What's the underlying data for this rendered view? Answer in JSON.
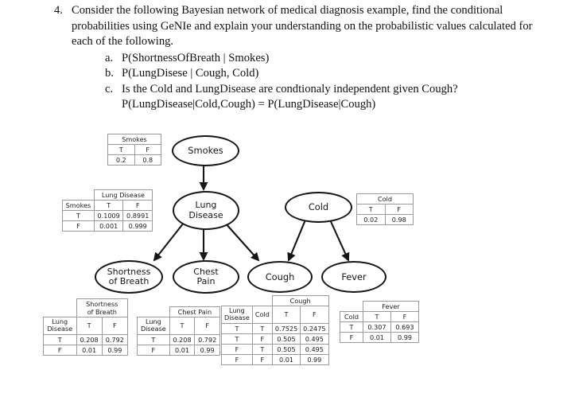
{
  "question": {
    "number": "4.",
    "stem": "Consider the following Bayesian network of medical diagnosis example, find the conditional probabilities using GeNIe and explain your understanding on the probabilistic values calculated for each of the following.",
    "items": [
      {
        "label": "a.",
        "text": "P(ShortnessOfBreath | Smokes)"
      },
      {
        "label": "b.",
        "text": "P(LungDisese | Cough, Cold)"
      },
      {
        "label": "c.",
        "text": "Is the Cold and LungDisease are condtionaly independent given Cough?",
        "continuation": "P(LungDisease|Cold,Cough) = P(LungDisease|Cough)"
      }
    ]
  },
  "network": {
    "nodes": [
      {
        "id": "smokes",
        "label": "Smokes"
      },
      {
        "id": "lung_disease",
        "label_line1": "Lung",
        "label_line2": "Disease"
      },
      {
        "id": "cold",
        "label": "Cold"
      },
      {
        "id": "shortness_of_breath",
        "label_line1": "Shortness",
        "label_line2": "of Breath"
      },
      {
        "id": "chest_pain",
        "label_line1": "Chest",
        "label_line2": "Pain"
      },
      {
        "id": "cough",
        "label": "Cough"
      },
      {
        "id": "fever",
        "label": "Fever"
      }
    ],
    "edges": [
      {
        "from": "smokes",
        "to": "lung_disease"
      },
      {
        "from": "lung_disease",
        "to": "shortness_of_breath"
      },
      {
        "from": "lung_disease",
        "to": "chest_pain"
      },
      {
        "from": "lung_disease",
        "to": "cough"
      },
      {
        "from": "cold",
        "to": "cough"
      },
      {
        "from": "cold",
        "to": "fever"
      }
    ]
  },
  "tables": {
    "smokes": {
      "title": "Smokes",
      "headers": [
        "T",
        "F"
      ],
      "values": [
        "0.2",
        "0.8"
      ]
    },
    "lung_disease": {
      "title": "Lung Disease",
      "parent_label": "Smokes",
      "headers": [
        "T",
        "F"
      ],
      "rows": [
        {
          "parent": "T",
          "values": [
            "0.1009",
            "0.8991"
          ]
        },
        {
          "parent": "F",
          "values": [
            "0.001",
            "0.999"
          ]
        }
      ]
    },
    "cold": {
      "title": "Cold",
      "headers": [
        "T",
        "F"
      ],
      "values": [
        "0.02",
        "0.98"
      ]
    },
    "shortness_of_breath": {
      "title_line1": "Shortness",
      "title_line2": "of Breath",
      "parent_line1": "Lung",
      "parent_line2": "Disease",
      "headers": [
        "T",
        "F"
      ],
      "rows": [
        {
          "parent": "T",
          "values": [
            "0.208",
            "0.792"
          ]
        },
        {
          "parent": "F",
          "values": [
            "0.01",
            "0.99"
          ]
        }
      ]
    },
    "chest_pain": {
      "title": "Chest Pain",
      "parent_line1": "Lung",
      "parent_line2": "Disease",
      "headers": [
        "T",
        "F"
      ],
      "rows": [
        {
          "parent": "T",
          "values": [
            "0.208",
            "0.792"
          ]
        },
        {
          "parent": "F",
          "values": [
            "0.01",
            "0.99"
          ]
        }
      ]
    },
    "cough": {
      "title": "Cough",
      "parent1_line1": "Lung",
      "parent1_line2": "Disease",
      "parent2": "Cold",
      "headers": [
        "T",
        "F"
      ],
      "rows": [
        {
          "p1": "T",
          "p2": "T",
          "values": [
            "0.7525",
            "0.2475"
          ]
        },
        {
          "p1": "T",
          "p2": "F",
          "values": [
            "0.505",
            "0.495"
          ]
        },
        {
          "p1": "F",
          "p2": "T",
          "values": [
            "0.505",
            "0.495"
          ]
        },
        {
          "p1": "F",
          "p2": "F",
          "values": [
            "0.01",
            "0.99"
          ]
        }
      ]
    },
    "fever": {
      "title": "Fever",
      "parent_label": "Cold",
      "headers": [
        "T",
        "F"
      ],
      "rows": [
        {
          "parent": "T",
          "values": [
            "0.307",
            "0.693"
          ]
        },
        {
          "parent": "F",
          "values": [
            "0.01",
            "0.99"
          ]
        }
      ]
    }
  },
  "colors": {
    "node_stroke": "#151515",
    "edge": "#151515",
    "table_border": "#9a9a9a",
    "background": "#ffffff"
  }
}
